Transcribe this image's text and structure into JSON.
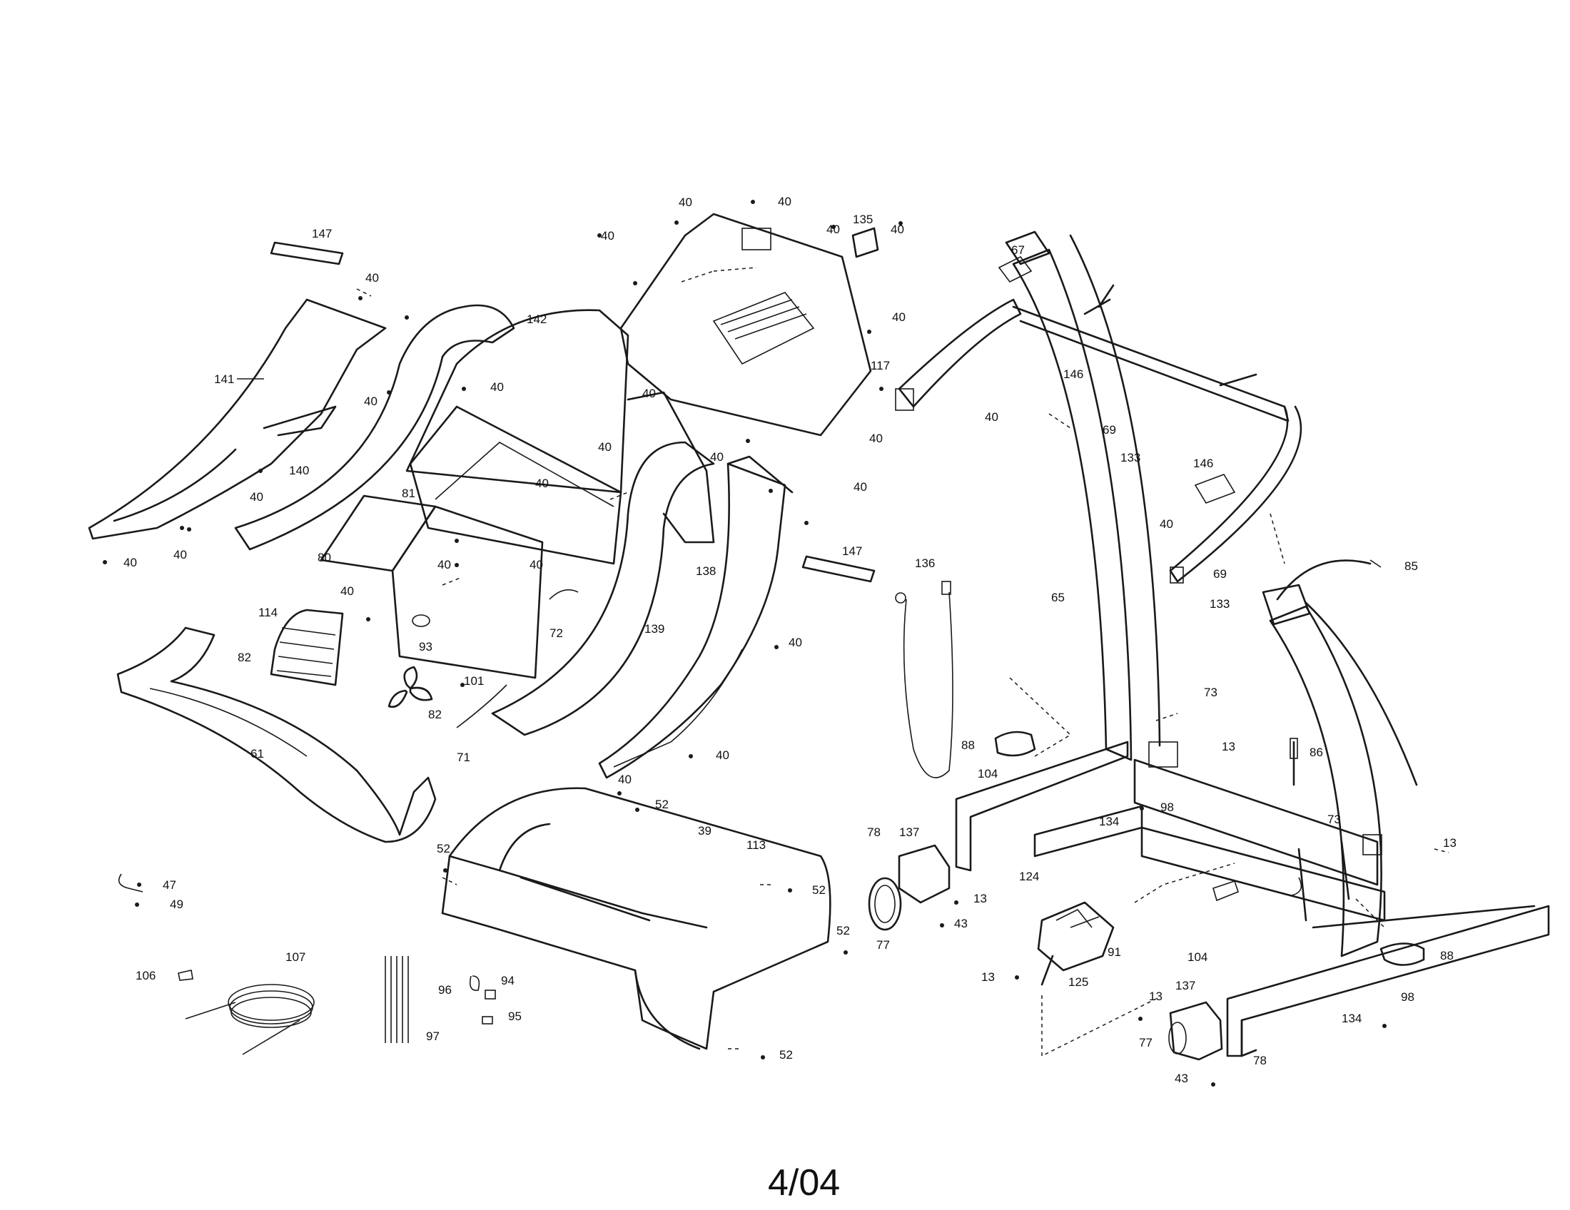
{
  "page_number": "4/04",
  "callouts": {
    "c147": "147",
    "c141": "141",
    "c140": "140",
    "c142": "142",
    "c81": "81",
    "c80": "80",
    "c114": "114",
    "c82": "82",
    "c61": "61",
    "c93": "93",
    "c101": "101",
    "c71": "71",
    "c72": "72",
    "c139": "139",
    "c138": "138",
    "c117": "117",
    "c135": "135",
    "c136": "136",
    "c67": "67",
    "c146": "146",
    "c69": "69",
    "c133": "133",
    "c65": "65",
    "c85": "85",
    "c73": "73",
    "c88": "88",
    "c104": "104",
    "c13": "13",
    "c86": "86",
    "c98": "98",
    "c134": "134",
    "c78": "78",
    "c137": "137",
    "c77": "77",
    "c43": "43",
    "c124": "124",
    "c91": "91",
    "c125": "125",
    "c39": "39",
    "c52": "52",
    "c113": "113",
    "c47": "47",
    "c49": "49",
    "c106": "106",
    "c107": "107",
    "c96": "96",
    "c94": "94",
    "c95": "95",
    "c97": "97",
    "c40": "40"
  }
}
